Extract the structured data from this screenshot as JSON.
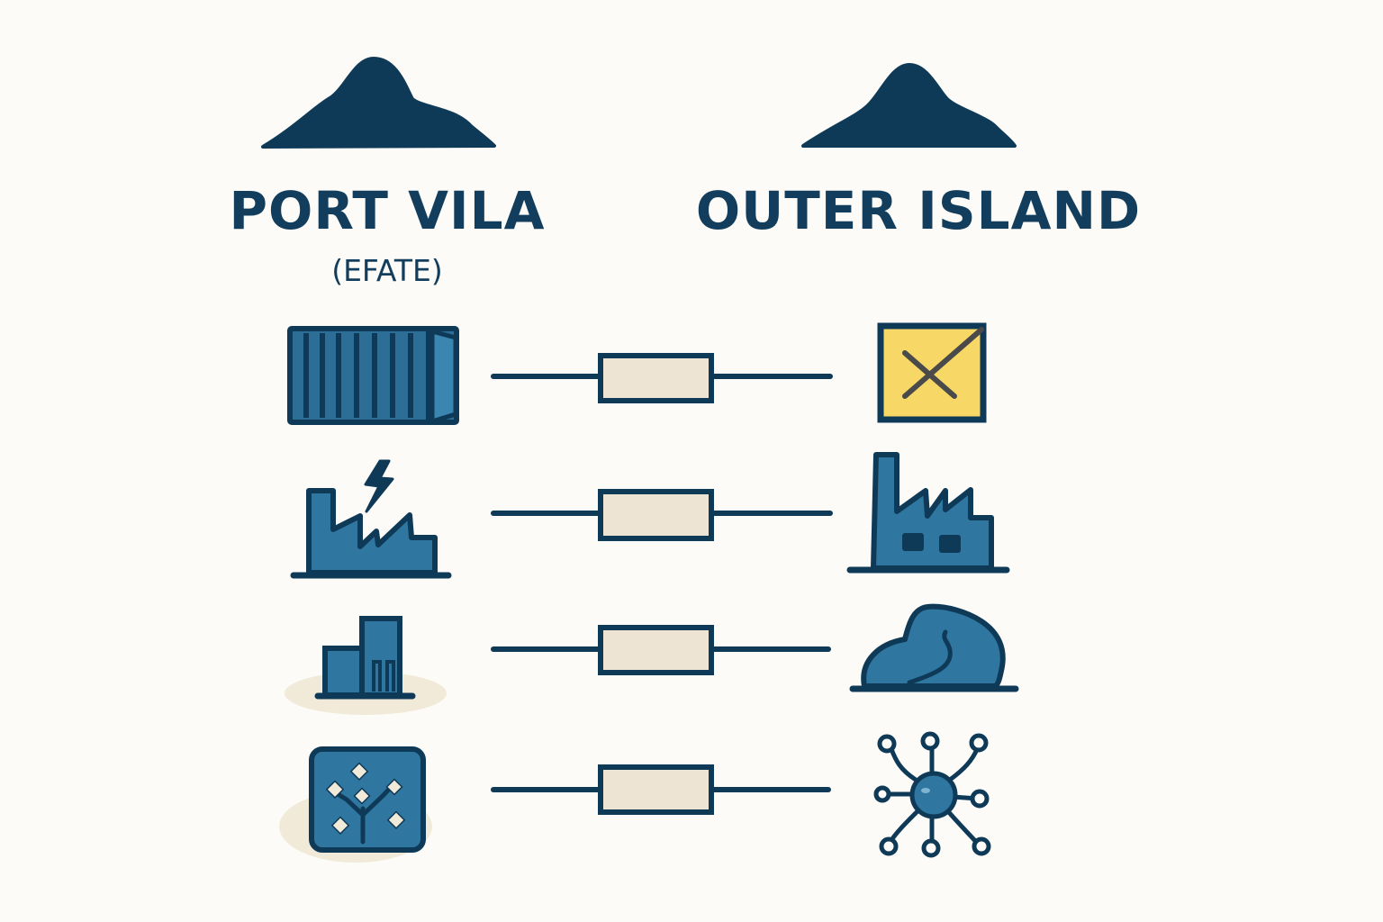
{
  "left_region": {
    "title": "PORT VILA",
    "subtitle": "(EFATE)"
  },
  "right_region": {
    "title": "OUTER ISLAND"
  },
  "rows": [
    {
      "left_icon": "shipping-container-icon",
      "connector": "link-connector",
      "right_icon": "crossed-out-box-icon"
    },
    {
      "left_icon": "powered-factory-icon",
      "connector": "link-connector",
      "right_icon": "factory-icon"
    },
    {
      "left_icon": "buildings-icon",
      "connector": "link-connector",
      "right_icon": "island-rock-icon"
    },
    {
      "left_icon": "circuit-board-icon",
      "connector": "link-connector",
      "right_icon": "network-hub-icon"
    }
  ],
  "colors": {
    "background": "#fcfbf7",
    "navy": "#0f3a57",
    "teal_blue": "#2f77a0",
    "container_blue": "#2c6e96",
    "yellow": "#f7d766",
    "connector_fill": "#ede4d3",
    "shadow_beige": "#f1ead8"
  }
}
